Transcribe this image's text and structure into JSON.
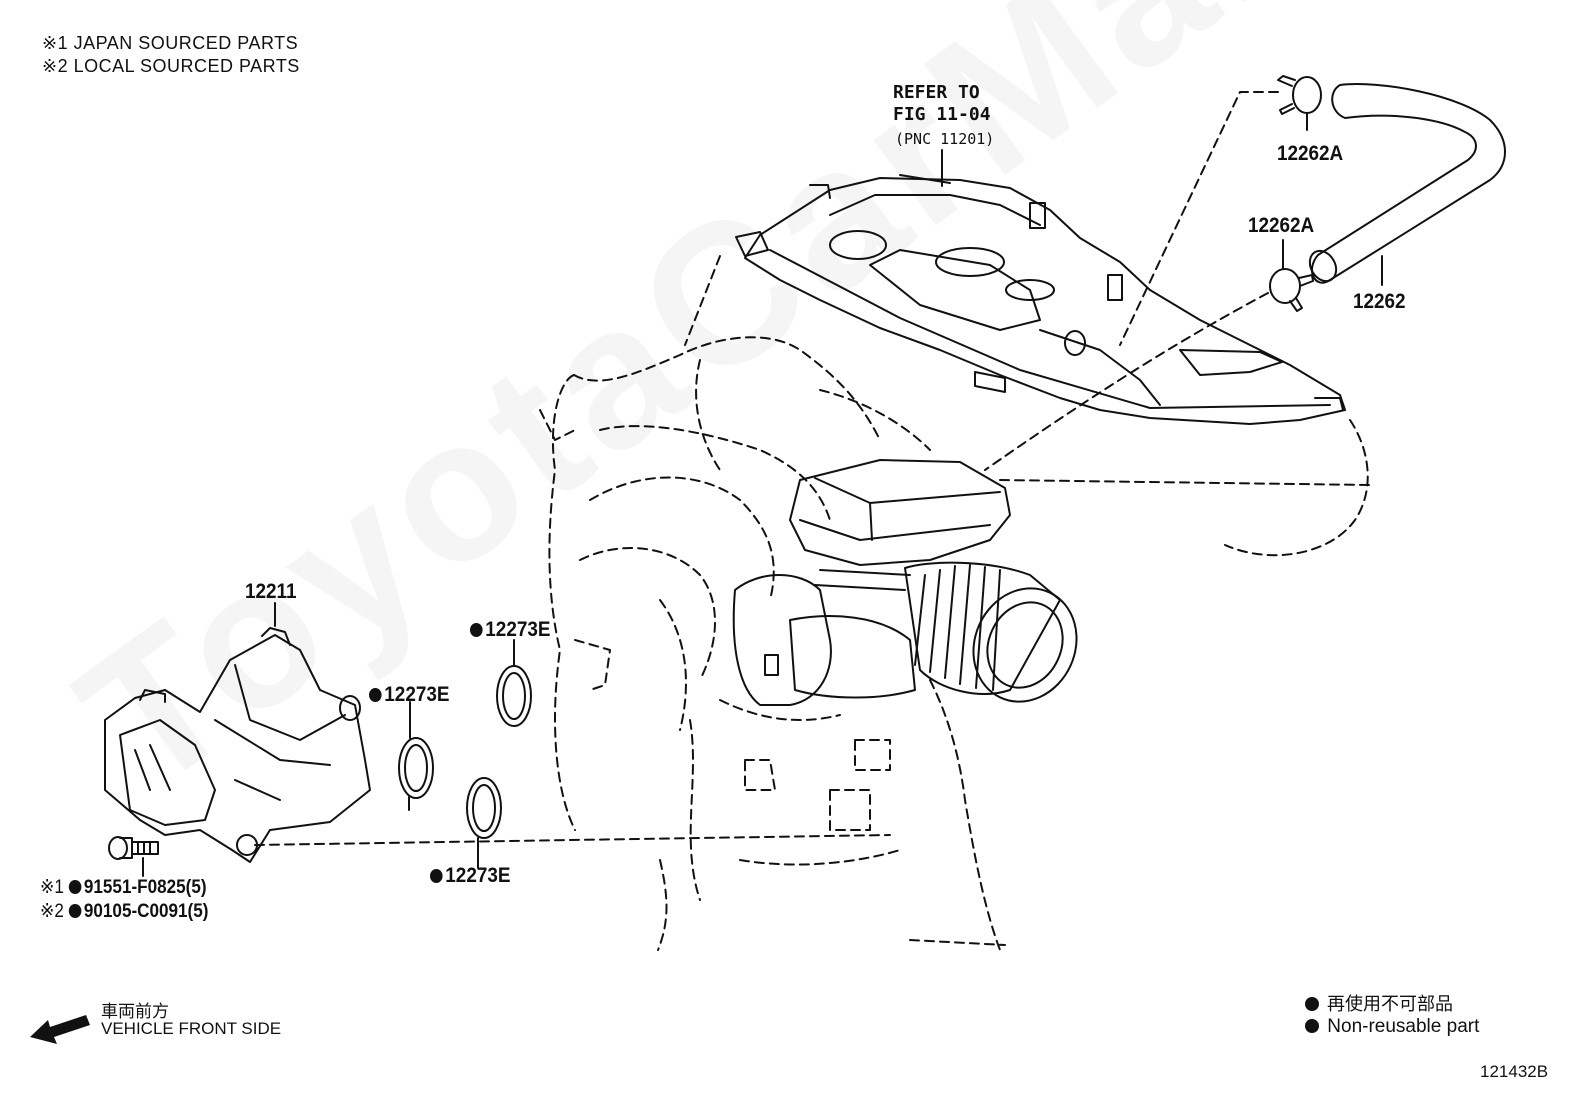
{
  "notes": {
    "n1": "※1 JAPAN SOURCED PARTS",
    "n2": "※2 LOCAL SOURCED PARTS"
  },
  "refer": {
    "line1": "REFER TO",
    "line2": "FIG 11-04",
    "line3": "(PNC 11201)"
  },
  "callouts": {
    "clamp_top": "12262A",
    "clamp_mid": "12262A",
    "hose": "12262",
    "insulator": "12211",
    "gasket_a": "12273E",
    "gasket_b": "12273E",
    "gasket_c": "12273E",
    "bolt_jp_mark": "※1",
    "bolt_jp": "91551-F0825(5)",
    "bolt_local_mark": "※2",
    "bolt_local": "90105-C0091(5)"
  },
  "direction": {
    "jp": "車両前方",
    "en": "VEHICLE FRONT SIDE"
  },
  "legend": {
    "jp": "再使用不可部品",
    "en": "Non-reusable part"
  },
  "figure_id": "121432B",
  "watermark": "ToyotaCarMall",
  "colors": {
    "line": "#111111",
    "background": "#ffffff"
  },
  "icons": {
    "direction": "arrow-left-icon",
    "non_reusable": "filled-dot-icon"
  }
}
